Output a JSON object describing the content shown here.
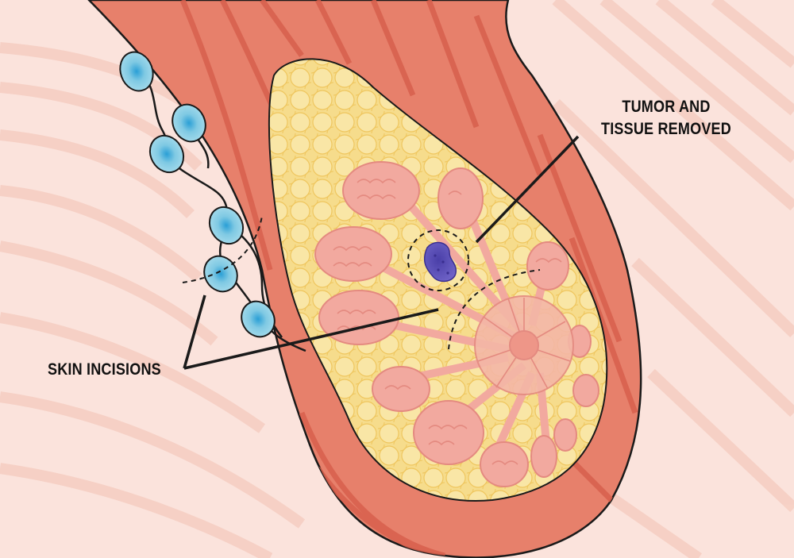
{
  "labels": {
    "tumor_line1": "TUMOR AND",
    "tumor_line2": "TISSUE REMOVED",
    "skin": "SKIN INCISIONS"
  },
  "colors": {
    "background_skin": "#fbe3dc",
    "background_stripe": "#f6cfc3",
    "breast_muscle": "#e7806b",
    "muscle_stripe": "#d7604d",
    "fat": "#f4d47a",
    "fat_light": "#fbe7a8",
    "gland": "#f2a99f",
    "tumor": "#5b4fb8",
    "lymph_node": "#7fc9e3",
    "lymph_node_center": "#2a9fd6",
    "outline": "#1a1a1a"
  }
}
